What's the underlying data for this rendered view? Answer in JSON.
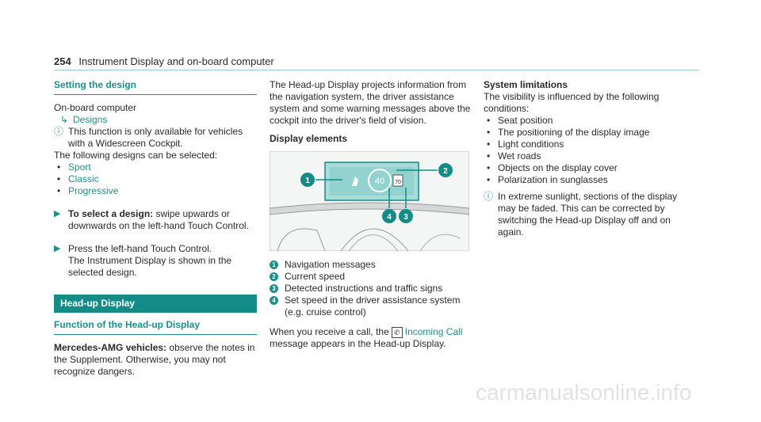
{
  "header": {
    "page_number": "254",
    "title": "Instrument Display and on-board computer"
  },
  "col1": {
    "setting_heading": "Setting the design",
    "path_root": "On-board computer",
    "path_item": "Designs",
    "note_text": "This function is only available for vehicles with a Widescreen Cockpit.",
    "intro": "The following designs can be selected:",
    "designs": [
      "Sport",
      "Classic",
      "Progressive"
    ],
    "step1_bold": "To select a design:",
    "step1_text": " swipe upwards or downwards on the left-hand Touch Control.",
    "step2_text": "Press the left-hand Touch Control.",
    "step2_text2": "The Instrument Display is shown in the selected design.",
    "banner": "Head-up Display",
    "func_heading": "Function of the Head-up Display",
    "amg_bold": "Mercedes-AMG vehicles:",
    "amg_text": " observe the notes in the Supplement. Otherwise, you may not recognize dangers."
  },
  "col2": {
    "intro": "The Head-up Display projects information from the navigation system, the driver assistance system and some warning messages above the cockpit into the driver's field of vision.",
    "elements_heading": "Display elements",
    "fig": {
      "speed": "40",
      "sign": "70"
    },
    "callouts": [
      {
        "n": "1",
        "text": "Navigation messages"
      },
      {
        "n": "2",
        "text": "Current speed"
      },
      {
        "n": "3",
        "text": "Detected instructions and traffic signs"
      },
      {
        "n": "4",
        "text": "Set speed in the driver assistance system (e.g. cruise control)"
      }
    ],
    "call_pre": "When you receive a call, the",
    "call_link": "Incoming Call",
    "call_post": "message appears in the Head-up Display."
  },
  "col3": {
    "limits_heading": "System limitations",
    "limits_intro": "The visibility is influenced by the following conditions:",
    "limits": [
      "Seat position",
      "The positioning of the display image",
      "Light conditions",
      "Wet roads",
      "Objects on the display cover",
      "Polarization in sunglasses"
    ],
    "note_text": "In extreme sunlight, sections of the display may be faded. This can be corrected by switching the Head-up Display off and on again."
  },
  "watermark": "carmanualsonline.info",
  "colors": {
    "accent": "#1c8f8a",
    "banner": "#138c88"
  }
}
